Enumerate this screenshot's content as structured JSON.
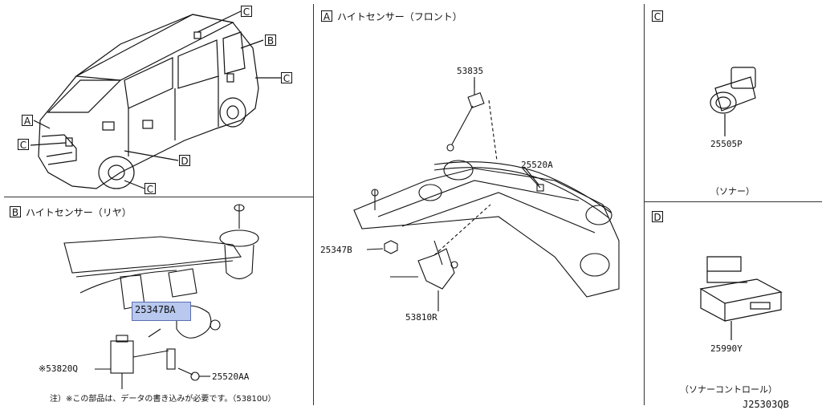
{
  "diagram_code": "J25303QB",
  "panels": {
    "vehicle": {
      "tags": [
        "C",
        "B",
        "C",
        "A",
        "C",
        "D",
        "C"
      ]
    },
    "front": {
      "tag": "A",
      "title": "ハイトセンサー（フロント）",
      "parts": [
        "53835",
        "25520A",
        "25347B",
        "53810R"
      ]
    },
    "rear": {
      "tag": "B",
      "title": "ハイトセンサー（リヤ）",
      "parts": [
        "25347BA",
        "※53820Q",
        "25520AA"
      ],
      "note": "注）※この部品は、データの書き込みが必要です。（53810U）"
    },
    "sonar": {
      "tag": "C",
      "part": "25505P",
      "caption": "（ソナー）"
    },
    "sonar_control": {
      "tag": "D",
      "part": "25990Y",
      "caption": "（ソナーコントロール）"
    }
  },
  "colors": {
    "highlight": "#b8c8ee",
    "line": "#333333"
  }
}
